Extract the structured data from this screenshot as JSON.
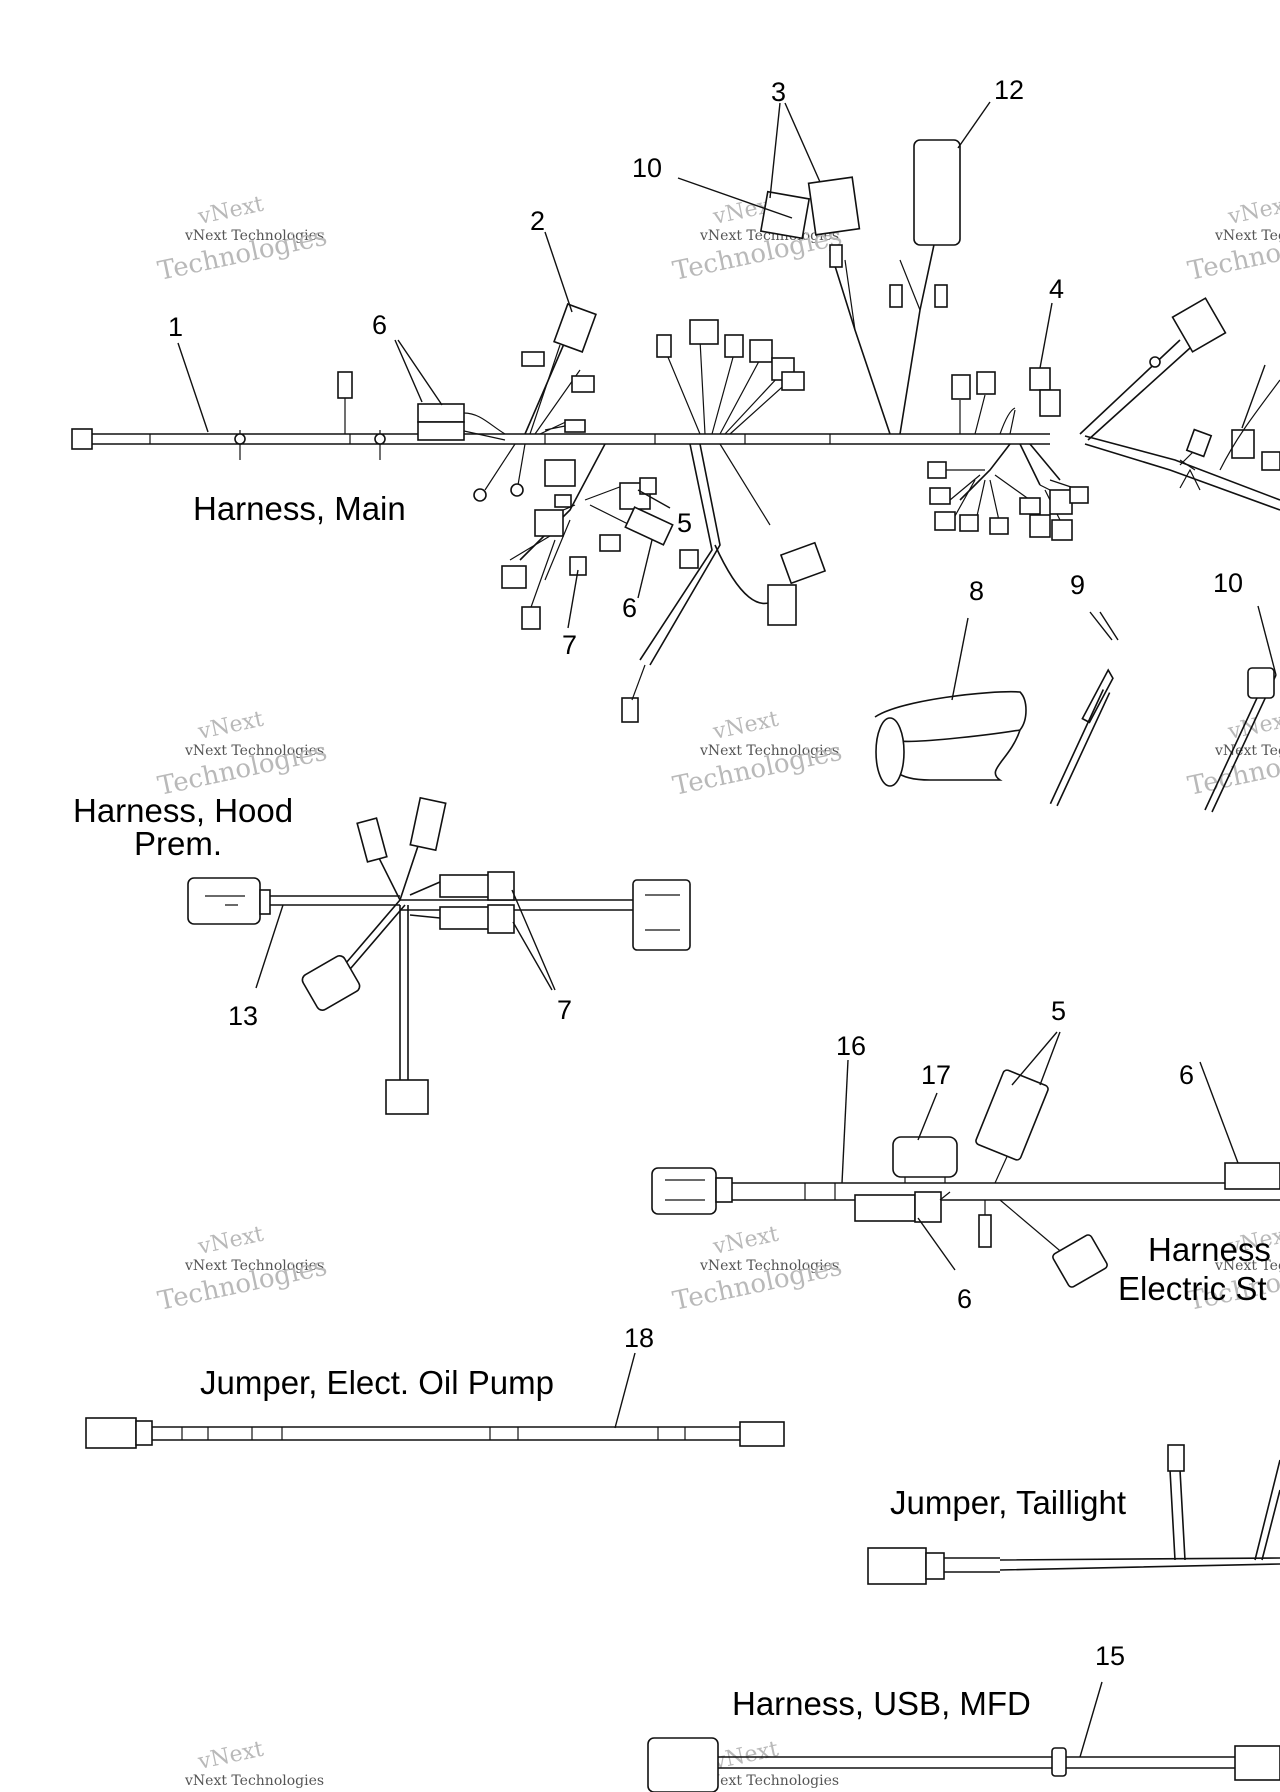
{
  "diagram": {
    "titles": {
      "harness_main": "Harness, Main",
      "harness_hood_line1": "Harness, Hood",
      "harness_hood_line2": "Prem.",
      "harness_electric_line1": "Harness",
      "harness_electric_line2": "Electric St",
      "jumper_oil_pump": "Jumper, Elect. Oil Pump",
      "jumper_taillight": "Jumper, Taillight",
      "harness_usb": "Harness, USB, MFD"
    },
    "callouts": {
      "c1": "1",
      "c2": "2",
      "c3": "3",
      "c4": "4",
      "c5a": "5",
      "c5b": "5",
      "c6a": "6",
      "c6b": "6",
      "c6c": "6",
      "c6d": "6",
      "c7a": "7",
      "c7b": "7",
      "c8": "8",
      "c9": "9",
      "c10a": "10",
      "c10b": "10",
      "c12": "12",
      "c13": "13",
      "c15": "15",
      "c16": "16",
      "c17": "17",
      "c18": "18"
    },
    "watermark": {
      "line1": "vNext",
      "line2": "vNext Technologies",
      "line3": "Technologies"
    }
  }
}
